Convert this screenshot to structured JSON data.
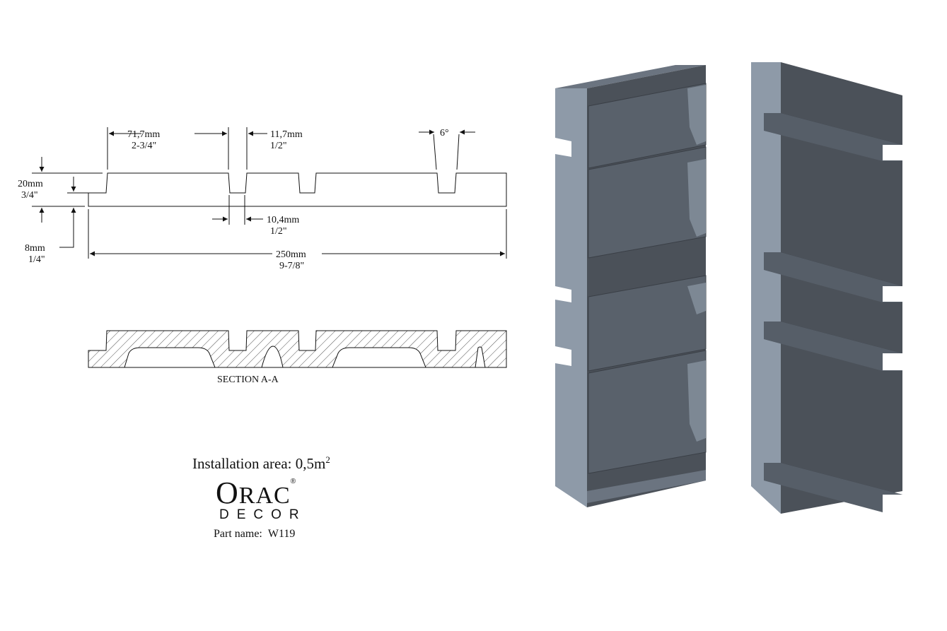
{
  "profile_dims": {
    "groove_spacing": {
      "mm": "71,7mm",
      "in": "2-3/4\""
    },
    "groove_top_width": {
      "mm": "11,7mm",
      "in": "1/2\""
    },
    "groove_angle": "6°",
    "height": {
      "mm": "20mm",
      "in": "3/4\""
    },
    "groove_bottom_width": {
      "mm": "10,4mm",
      "in": "1/2\""
    },
    "base_thickness": {
      "mm": "8mm",
      "in": "1/4\""
    },
    "width": {
      "mm": "250mm",
      "in": "9-7/8\""
    }
  },
  "section_label": "SECTION  A-A",
  "installation": {
    "label": "Installation area: 0,5m",
    "sup": "2"
  },
  "brand": {
    "first": "O",
    "rest": "RAC",
    "reg": "®",
    "sub": "DECOR"
  },
  "part": {
    "label": "Part name:",
    "value": "W119"
  },
  "colors": {
    "panel_face": "#4b5159",
    "panel_edge": "#8e9aa8",
    "panel_top": "#5d6570"
  }
}
